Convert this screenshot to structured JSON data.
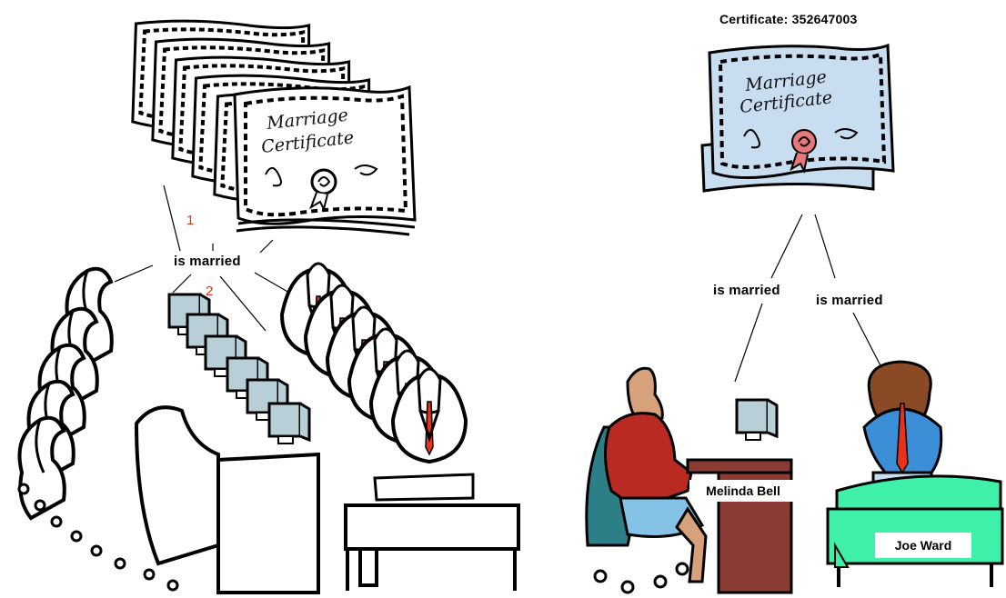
{
  "left": {
    "relation_label": "is married",
    "marker_1": "1",
    "marker_2": "2",
    "certificate_text": [
      "Marriage",
      "Certificate"
    ]
  },
  "right": {
    "certificate_caption": "Certificate: 352647003",
    "certificate_text": [
      "Marriage",
      "Certificate"
    ],
    "relation_label_left": "is married",
    "relation_label_right": "is married",
    "person_female_name": "Melinda Bell",
    "person_male_name": "Joe Ward"
  },
  "colors": {
    "certificate_bg_right": "#c9ddf1",
    "seal": "#e8777a",
    "woman_shirt": "#b82a22",
    "woman_skirt": "#84c3e6",
    "chair_teal": "#2c7f86",
    "desk_brown": "#8a3b34",
    "man_suit": "#3c8fd6",
    "man_hair": "#8a4a26",
    "tie": "#e8321e",
    "desk_green": "#3ff0a8",
    "monitor": "#b9cfd8"
  }
}
